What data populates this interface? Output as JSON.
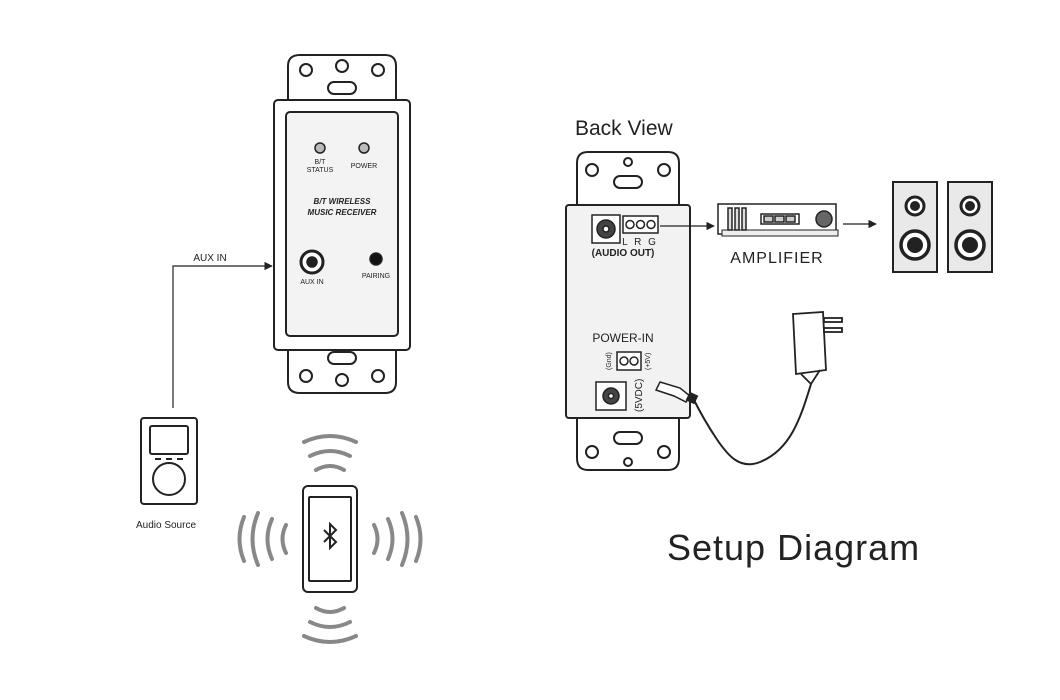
{
  "labels": {
    "aux_in_arrow": "AUX IN",
    "bt_status_line1": "B/T",
    "bt_status_line2": "STATUS",
    "power_led": "POWER",
    "product_line1": "B/T WIRELESS",
    "product_line2": "MUSIC RECEIVER",
    "aux_in_jack": "AUX IN",
    "pairing": "PAIRING",
    "audio_source": "Audio Source",
    "back_view": "Back View",
    "terminal_lrg": "L R G",
    "audio_out": "(AUDIO OUT)",
    "amplifier": "AMPLIFIER",
    "power_in": "POWER-IN",
    "gnd": "(Gnd)",
    "plus5v": "(+5V)",
    "vdc": "(5VDC)",
    "setup_diagram": "Setup Diagram"
  },
  "icons": {
    "bluetooth": "bluetooth-icon",
    "wireless_waves": "signal-waves-icon",
    "power_adapter": "plug-adapter-icon"
  },
  "colors": {
    "stroke": "#222222",
    "plate_fill": "#ffffff",
    "panel_fill": "#f2f2f2"
  }
}
